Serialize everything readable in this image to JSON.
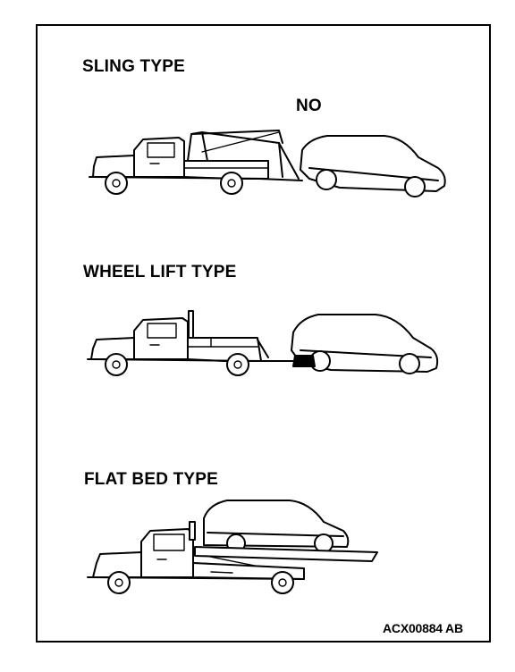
{
  "sections": [
    {
      "title": "SLING TYPE",
      "note": "NO"
    },
    {
      "title": "WHEEL LIFT TYPE"
    },
    {
      "title": "FLAT BED TYPE"
    }
  ],
  "figure_code": "ACX00884 AB"
}
